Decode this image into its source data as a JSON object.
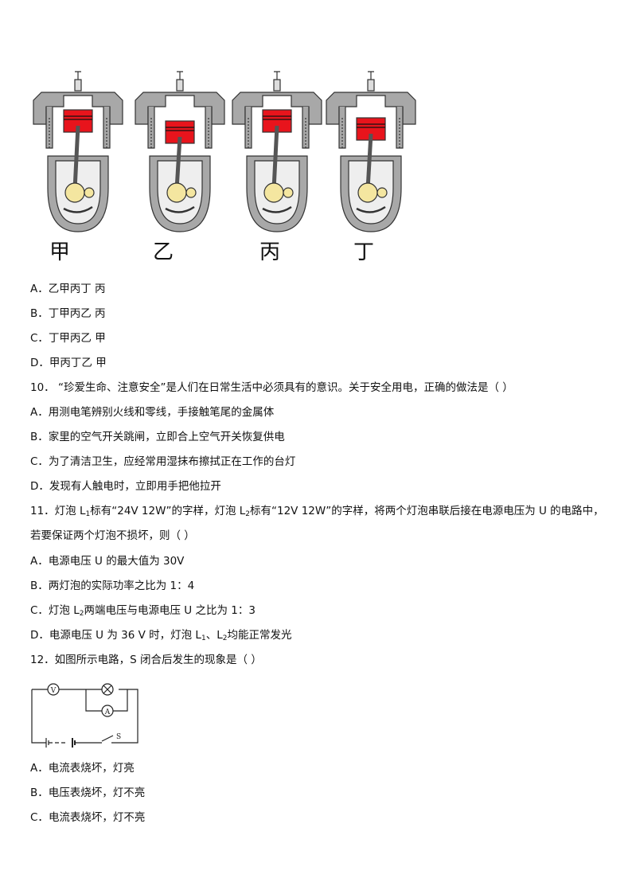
{
  "q9": {
    "engine_labels": [
      "甲",
      "乙",
      "丙",
      "丁"
    ],
    "options": [
      {
        "key": "A．",
        "text": "乙甲丙丁  丙"
      },
      {
        "key": "B．",
        "text": "丁甲丙乙  丙"
      },
      {
        "key": "C．",
        "text": "丁甲丙乙  甲"
      },
      {
        "key": "D．",
        "text": "甲丙丁乙  甲"
      }
    ]
  },
  "q10": {
    "stem": "10．  “珍爱生命、注意安全”是人们在日常生活中必须具有的意识。关于安全用电，正确的做法是（      ）",
    "options": [
      {
        "key": "A．",
        "text": "用测电笔辨别火线和零线，手接触笔尾的金属体"
      },
      {
        "key": "B．",
        "text": "家里的空气开关跳闸，立即合上空气开关恢复供电"
      },
      {
        "key": "C．",
        "text": "为了清洁卫生，应经常用湿抹布擦拭正在工作的台灯"
      },
      {
        "key": "D．",
        "text": "发现有人触电时，立即用手把他拉开"
      }
    ]
  },
  "q11": {
    "stem_a": "11．灯泡 L",
    "stem_b": "标有“24V   12W”的字样，灯泡 L",
    "stem_c": "标有“12V   12W”的字样，将两个灯泡串联后接在电源电压为 U 的电路中，",
    "stem_line2": "若要保证两个灯泡不损坏，则（  ）",
    "sub1": "1",
    "sub2": "2",
    "option_a": "A．电源电压 U 的最大值为 30V",
    "option_b": "B．两灯泡的实际功率之比为 1：4",
    "option_c_a": "C．灯泡 L",
    "option_c_b": "两端电压与电源电压 U 之比为 1：3",
    "option_d_a": "D．电源电压 U 为 36 V 时，灯泡 L",
    "option_d_b": "、L",
    "option_d_c": "均能正常发光"
  },
  "q12": {
    "stem": "12．如图所示电路，S 闭合后发生的现象是（      ）",
    "circuit_labels": {
      "voltmeter": "V",
      "ammeter": "A",
      "switch": "S"
    },
    "options": [
      {
        "key": "A．",
        "text": "电流表烧坏，灯亮"
      },
      {
        "key": "B．",
        "text": "电压表烧坏，灯不亮"
      },
      {
        "key": "C．",
        "text": "电流表烧坏，灯不亮"
      }
    ]
  },
  "colors": {
    "piston": "#e8141c",
    "engine_gray": "#a8a8a8"
  }
}
